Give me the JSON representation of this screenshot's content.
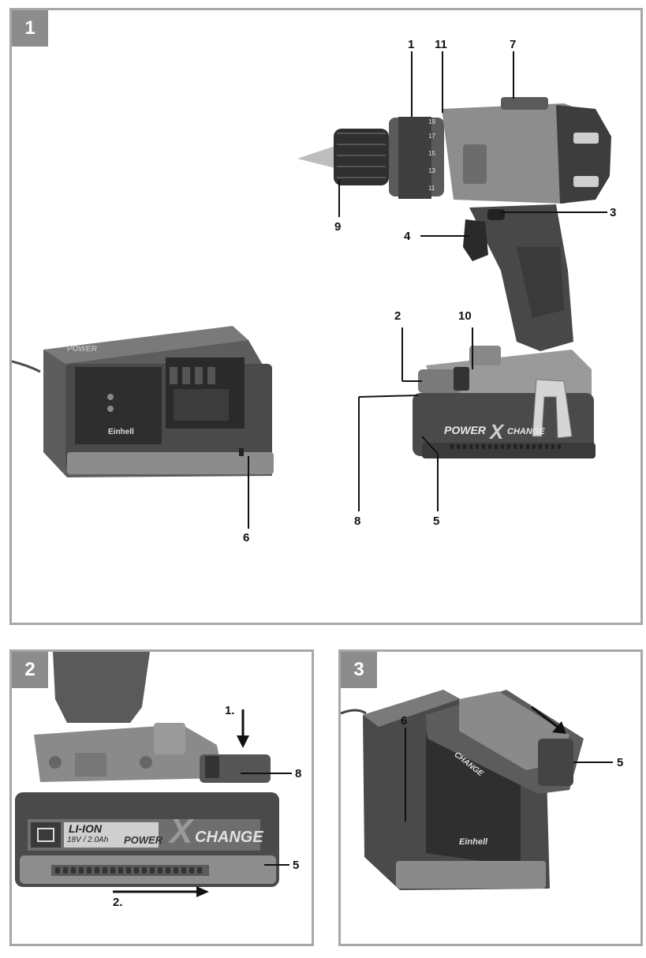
{
  "figures": [
    {
      "number": "1",
      "callouts": [
        "1",
        "11",
        "7",
        "9",
        "3",
        "4",
        "2",
        "10",
        "8",
        "5",
        "6"
      ],
      "product_text": {
        "charger_brand": "Einhell",
        "charger_logo": "POWER",
        "battery_brand": "POWER",
        "battery_x": "X",
        "battery_change": "CHANGE",
        "chuck_scale": [
          "11",
          "13",
          "15",
          "17",
          "19"
        ]
      }
    },
    {
      "number": "2",
      "callouts": [
        "1.",
        "8",
        "5",
        "2."
      ],
      "product_text": {
        "battery_type": "LI-ION",
        "battery_rating": "18V / 2.0Ah",
        "battery_brand": "POWER",
        "battery_x": "X",
        "battery_change": "CHANGE"
      }
    },
    {
      "number": "3",
      "callouts": [
        "6",
        "5"
      ],
      "product_text": {
        "charger_brand": "Einhell",
        "battery_change": "CHANGE"
      }
    }
  ],
  "icons": [
    "arrow-down-icon",
    "arrow-right-icon",
    "arrow-diagonal-icon"
  ],
  "colors": {
    "frame": "#a7a7a7",
    "badge": "#8c8c8c",
    "tool_dark": "#3a3a3a",
    "tool_mid": "#6e6e6e",
    "tool_light": "#a9a9a9"
  }
}
